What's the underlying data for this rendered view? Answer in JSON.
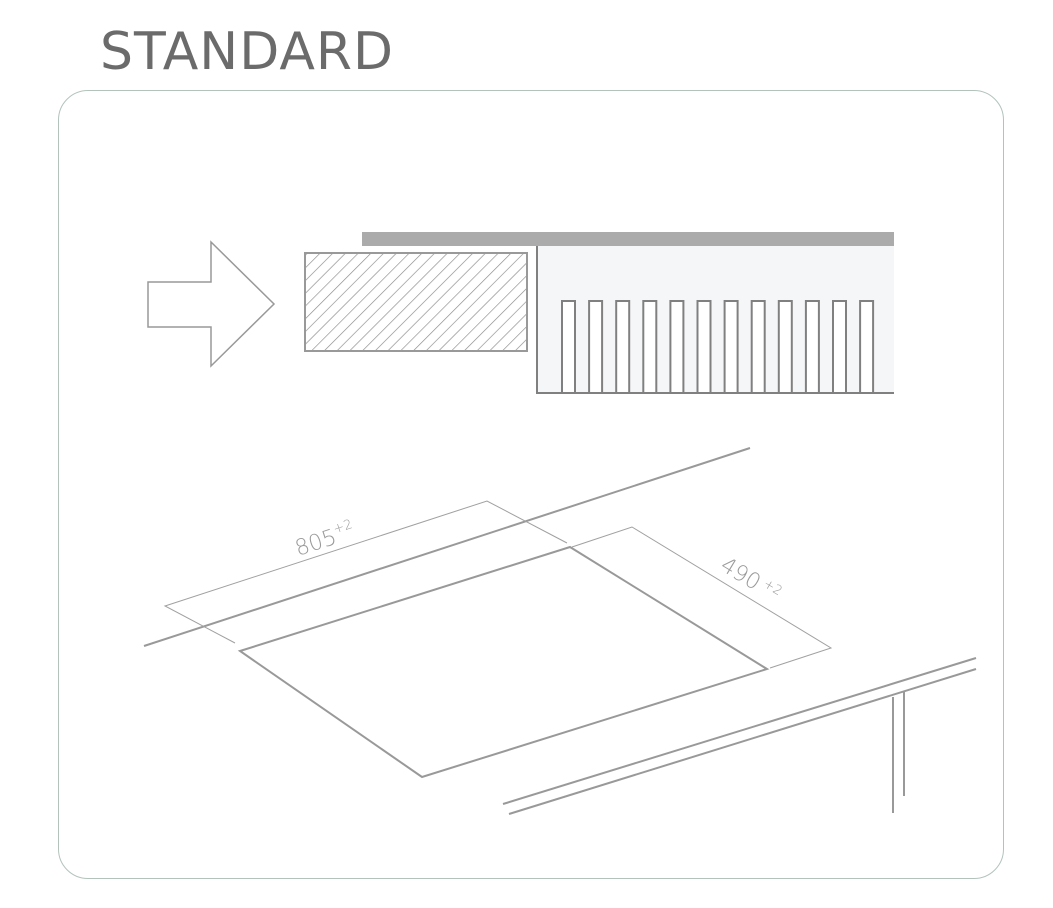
{
  "title": "STANDARD",
  "dimensions": {
    "width_value": "805",
    "width_tolerance": "+2",
    "depth_value": "490",
    "depth_tolerance": "+2"
  },
  "colors": {
    "line": "#999999",
    "bar": "#ababab",
    "panel": "#f5f6f8",
    "card_border": "#b3c3bc"
  }
}
